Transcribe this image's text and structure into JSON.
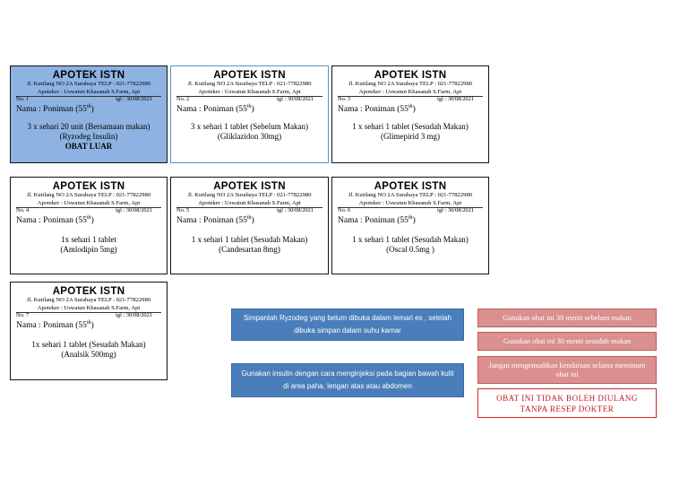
{
  "labels": [
    {
      "title": "APOTEK ISTN",
      "address": "Jl. Kutilang NO 2A Surabaya TELP : 021-77822980",
      "apoteker": "Apoteker : Uswatun Khasanah S.Farm, Apt",
      "no": "No. 1",
      "tgl": "tgl : 30/08/2021",
      "nama": "Nama : Poniman (55",
      "age_sup": "th",
      "nama_close": ")",
      "dose1": "3 x sehari 20 unit (Bersamaan makan)",
      "dose2": "(Ryzodeg Insulin)",
      "extra": "OBAT LUAR"
    },
    {
      "title": "APOTEK ISTN",
      "address": "Jl. Kutilang NO 2A Surabaya TELP : 021-77822980",
      "apoteker": "Apoteker : Uswatun Khasanah S.Farm, Apt",
      "no": "No. 2",
      "tgl": "tgl : 30/08/2021",
      "nama": "Nama : Poniman (55",
      "age_sup": "th",
      "nama_close": ")",
      "dose1": "3 x sehari 1 tablet (Sebelum Makan)",
      "dose2": "(Gliklazidon 30mg)"
    },
    {
      "title": "APOTEK ISTN",
      "address": "Jl. Kutilang NO 2A Surabaya TELP : 021-77822980",
      "apoteker": "Apoteker : Uswatun Khasanah S.Farm, Apt",
      "no": "No. 3",
      "tgl": "tgl : 30/08/2021",
      "nama": "Nama : Poniman (55",
      "age_sup": "th",
      "nama_close": ")",
      "dose1": "1 x sehari 1 tablet (Sesudah Makan)",
      "dose2": "(Glimepirid 3 mg)"
    },
    {
      "title": "APOTEK ISTN",
      "address": "Jl. Kutilang NO 2A Surabaya TELP : 021-77822980",
      "apoteker": "Apoteker : Uswatun Khasanah S.Farm, Apt",
      "no": "No. 4",
      "tgl": "tgl : 30/08/2021",
      "nama": "Nama : Poniman (55",
      "age_sup": "th",
      "nama_close": ")",
      "dose1": "1x sehari 1 tablet",
      "dose2": "(Amlodipin 5mg)"
    },
    {
      "title": "APOTEK ISTN",
      "address": "Jl. Kutilang NO 2A Surabaya TELP : 021-77822980",
      "apoteker": "Apoteker : Uswatun Khasanah S.Farm, Apt",
      "no": "No. 5",
      "tgl": "tgl : 30/08/2021",
      "nama": "Nama : Poniman (55",
      "age_sup": "th",
      "nama_close": ")",
      "dose1": "1 x sehari 1 tablet (Sesudah Makan)",
      "dose2": "(Candesartan 8mg)"
    },
    {
      "title": "APOTEK ISTN",
      "address": "Jl. Kutilang NO 2A Surabaya TELP : 021-77822980",
      "apoteker": "Apoteker : Uswatun Khasanah S.Farm, Apt",
      "no": "No. 6",
      "tgl": "tgl : 30/08/2021",
      "nama": "Nama : Poniman (55",
      "age_sup": "th",
      "nama_close": ")",
      "dose1": "1 x sehari 1 tablet (Sesudah Makan)",
      "dose2": "(Oscal 0.5mg )"
    },
    {
      "title": "APOTEK ISTN",
      "address": "Jl. Kutilang NO 2A Surabaya TELP : 021-77822980",
      "apoteker": "Apoteker : Uswatun Khasanah S.Farm, Apt",
      "no": "No. 7",
      "tgl": "tgl : 30/08/2021",
      "nama": "Nama : Poniman (55",
      "age_sup": "th",
      "nama_close": ")",
      "dose1": "1x sehari 1 tablet (Sesudah Makan)",
      "dose2": "(Analsik 500mg)"
    }
  ],
  "notes": {
    "storage": "Simpanlah Ryzodeg yang belum dibuka dalam lemari es , setelah dibuka simpan dalam suhu kamar",
    "inject": "Gunakan insulin dengan cara menginjeksi pada bagian bawah kulit di area paha, lengan atas atau abdomen"
  },
  "pink": {
    "before": "Gunakan obat ini 30 menit sebelum makan",
    "after": "Gunakan obat ini 30 menit sesudah makan",
    "drive": "Jangan mengemudikan kendaraan selama meminum obat ini"
  },
  "warning": {
    "line1": "OBAT INI TIDAK BOLEH DIULANG",
    "line2": "TANPA RESEP DOKTER"
  },
  "colors": {
    "highlight": "#8eb3e3",
    "note_blue": "#4a7ebb",
    "pink": "#d9908e",
    "warning_red": "#d0262a"
  }
}
